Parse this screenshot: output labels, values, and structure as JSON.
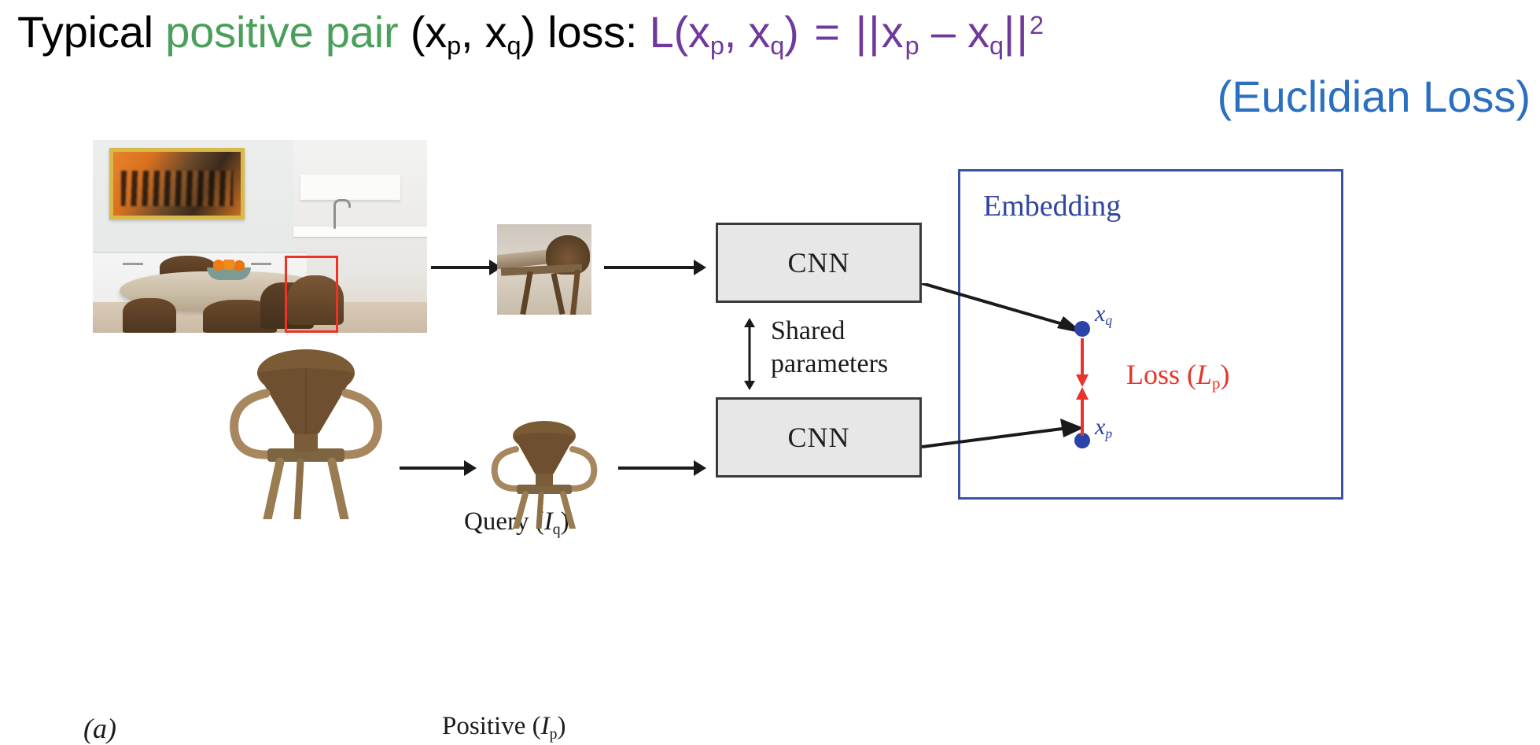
{
  "title": {
    "line1": {
      "prefix": "Typical ",
      "highlight": "positive pair",
      "mid": " (x",
      "sub1": "p",
      "mid2": ", x",
      "sub2": "q",
      "mid3": ") loss: ",
      "formula_L": "L(x",
      "formula_sub1": "p",
      "formula_c": ", x",
      "formula_sub2": "q",
      "formula_eq": ") = ||x",
      "formula_sub3": "p",
      "formula_minus": " – x",
      "formula_sub4": "q",
      "formula_bars": "||",
      "formula_sup": "2"
    },
    "line2": "(Euclidian Loss)",
    "colors": {
      "black": "#000000",
      "green": "#4aa05a",
      "purple": "#6f3a9b",
      "blue": "#2b6fc0"
    }
  },
  "figure": {
    "panel_label": "(a)",
    "query_label": {
      "text": "Query (",
      "var": "I",
      "sub": "q",
      "close": ")"
    },
    "positive_label": {
      "text": "Positive (",
      "var": "I",
      "sub": "p",
      "close": ")"
    },
    "cnn_top_label": "CNN",
    "cnn_bottom_label": "CNN",
    "shared_params_line1": "Shared",
    "shared_params_line2": "parameters",
    "embedding_title": "Embedding",
    "embedding": {
      "point_q_var": "x",
      "point_q_sub": "q",
      "point_p_var": "x",
      "point_p_sub": "p",
      "loss_text": "Loss (",
      "loss_var": "L",
      "loss_sub": "p",
      "loss_close": ")",
      "dot_color": "#2b43a8",
      "loss_color": "#e8342a",
      "panel_border_color": "#3b52a4"
    },
    "bbox_color": "#ee3224",
    "cnn_fill": "#e7e7e7",
    "cnn_border": "#3a3a3a"
  }
}
